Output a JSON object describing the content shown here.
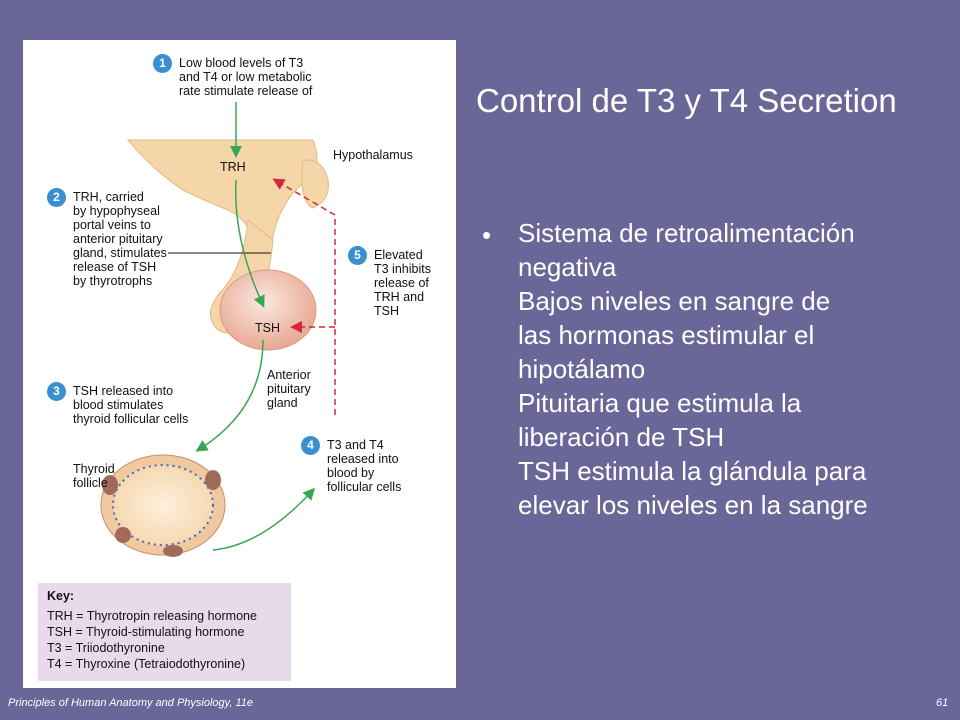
{
  "slide": {
    "title": "Control de T3 y T4 Secretion",
    "bullet_lines": [
      "Sistema de retroalimentación",
      "negativa",
      "Bajos niveles en sangre de",
      "las hormonas estimular el",
      "hipotálamo",
      "Pituitaria que estimula la",
      "liberación de TSH",
      "TSH estimula la glándula para",
      "elevar los niveles en la sangre"
    ],
    "footer_left": "Principles of Human Anatomy and Physiology, 11e",
    "footer_right": "61"
  },
  "diagram": {
    "steps": [
      {
        "number": "1",
        "lines": [
          "Low blood levels of T3",
          "and T4  or low  metabolic",
          "rate stimulate release of"
        ]
      },
      {
        "number": "2",
        "lines": [
          "TRH, carried",
          "by hypophyseal",
          "portal veins to",
          "anterior pituitary",
          "gland, stimulates",
          "release of TSH",
          "by thyrotrophs"
        ]
      },
      {
        "number": "3",
        "lines": [
          "TSH released into",
          "blood stimulates",
          "thyroid follicular cells"
        ]
      },
      {
        "number": "4",
        "lines": [
          "T3 and T4",
          "released into",
          "blood by",
          "follicular cells"
        ]
      },
      {
        "number": "5",
        "lines": [
          "Elevated",
          "T3 inhibits",
          "release of",
          "TRH and",
          "TSH"
        ]
      }
    ],
    "labels": {
      "hypothalamus": "Hypothalamus",
      "trh": "TRH",
      "tsh": "TSH",
      "anterior_pituitary": [
        "Anterior",
        "pituitary",
        "gland"
      ],
      "thyroid_follicle": [
        "Thyroid",
        "follicle"
      ]
    },
    "key": {
      "title": "Key:",
      "entries": [
        "TRH = Thyrotropin releasing hormone",
        "TSH = Thyroid-stimulating hormone",
        "T3 = Triiodothyronine",
        "T4 = Thyroxine (Tetraiodothyronine)"
      ]
    },
    "colors": {
      "stimulate_arrow": "#3aa655",
      "inhibit_arrow": "#d6263d",
      "step_badge": "#3a8fd0",
      "tissue": "#f5d6a8",
      "pituitary": "#f2c4b6"
    }
  }
}
